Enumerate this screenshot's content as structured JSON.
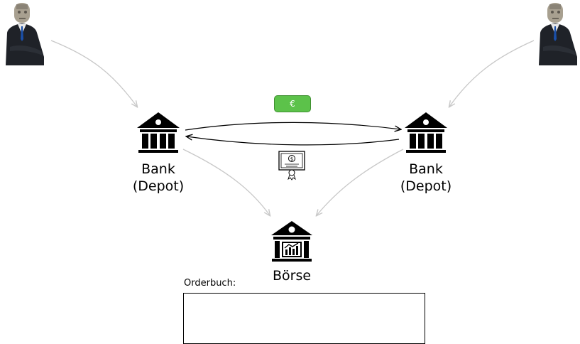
{
  "bank_left": {
    "line1": "Bank",
    "line2": "(Depot)"
  },
  "bank_right": {
    "line1": "Bank",
    "line2": "(Depot)"
  },
  "exchange": {
    "label": "Börse"
  },
  "orderbook": {
    "label": "Orderbuch:"
  },
  "payment": {
    "label": "€",
    "color": "#5cc24a"
  },
  "icons": {
    "person_left": "businessman-icon",
    "person_right": "businessman-icon",
    "bank_left": "bank-icon",
    "bank_right": "bank-icon",
    "exchange": "stock-exchange-icon",
    "certificate": "certificate-icon"
  },
  "colors": {
    "arrow_gray": "#c8c8c8",
    "arrow_black": "#000000"
  }
}
